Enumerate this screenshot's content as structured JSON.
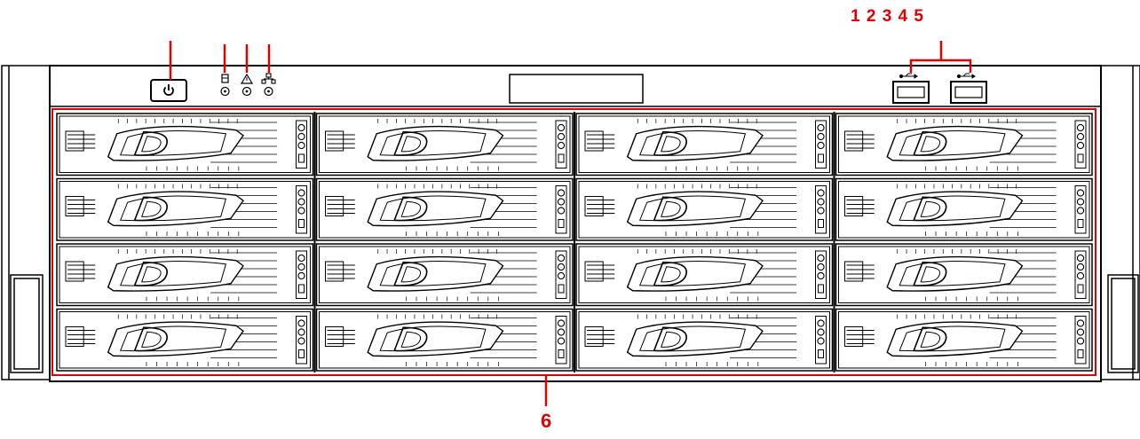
{
  "callouts": {
    "top_numbers": "1 2 3 4 5",
    "bottom_number": "6"
  },
  "front_panel": {
    "drive_bays": {
      "rows": 4,
      "columns": 4
    },
    "icons": [
      "power-icon",
      "hdd-status-icon",
      "alarm-icon",
      "network-icon",
      "usb-icon",
      "usb-icon"
    ]
  },
  "colors": {
    "callout": "#e00000",
    "line": "#000000",
    "background": "#ffffff"
  }
}
